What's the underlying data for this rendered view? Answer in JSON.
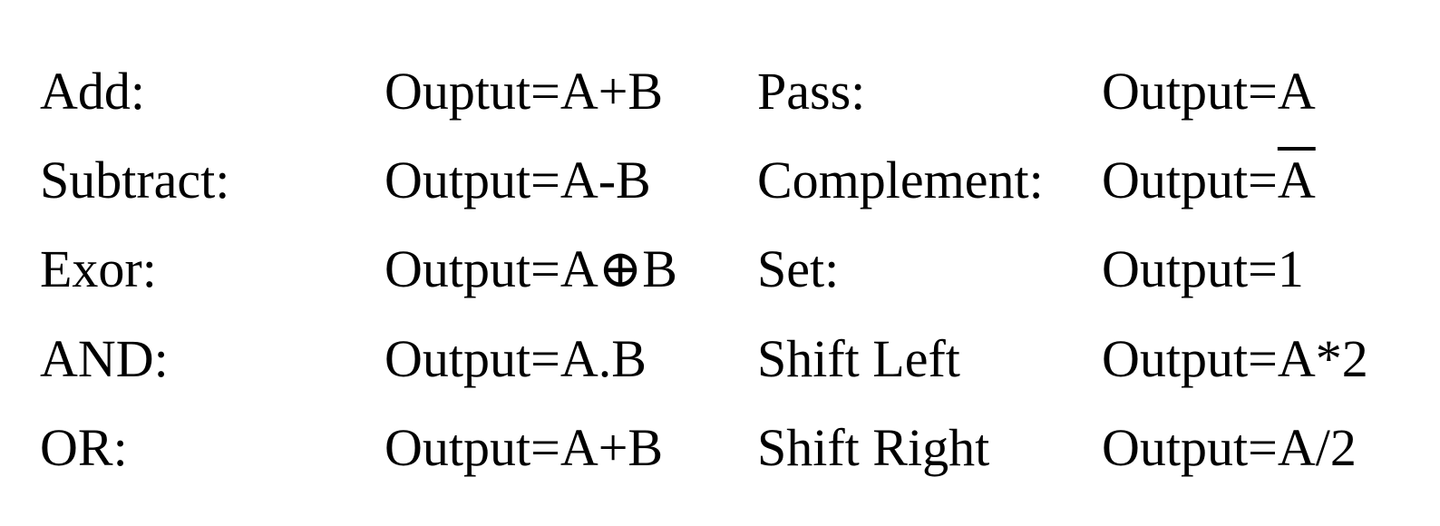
{
  "table": {
    "rows": [
      {
        "left_op": "Add:",
        "left_expr": "Ouptut=A+B",
        "right_op": "Pass:",
        "right_expr": "Output=A"
      },
      {
        "left_op": "Subtract:",
        "left_expr": "Output=A-B",
        "right_op": "Complement:",
        "right_expr_prefix": "Output=",
        "right_expr_var": "A"
      },
      {
        "left_op": "Exor:",
        "left_expr": "Output=A⊕B",
        "right_op": "Set:",
        "right_expr": "Output=1"
      },
      {
        "left_op": "AND:",
        "left_expr": "Output=A.B",
        "right_op": "Shift Left",
        "right_expr": "Output=A*2"
      },
      {
        "left_op": "OR:",
        "left_expr": "Output=A+B",
        "right_op": "Shift Right",
        "right_expr": "Output=A/2"
      }
    ]
  }
}
